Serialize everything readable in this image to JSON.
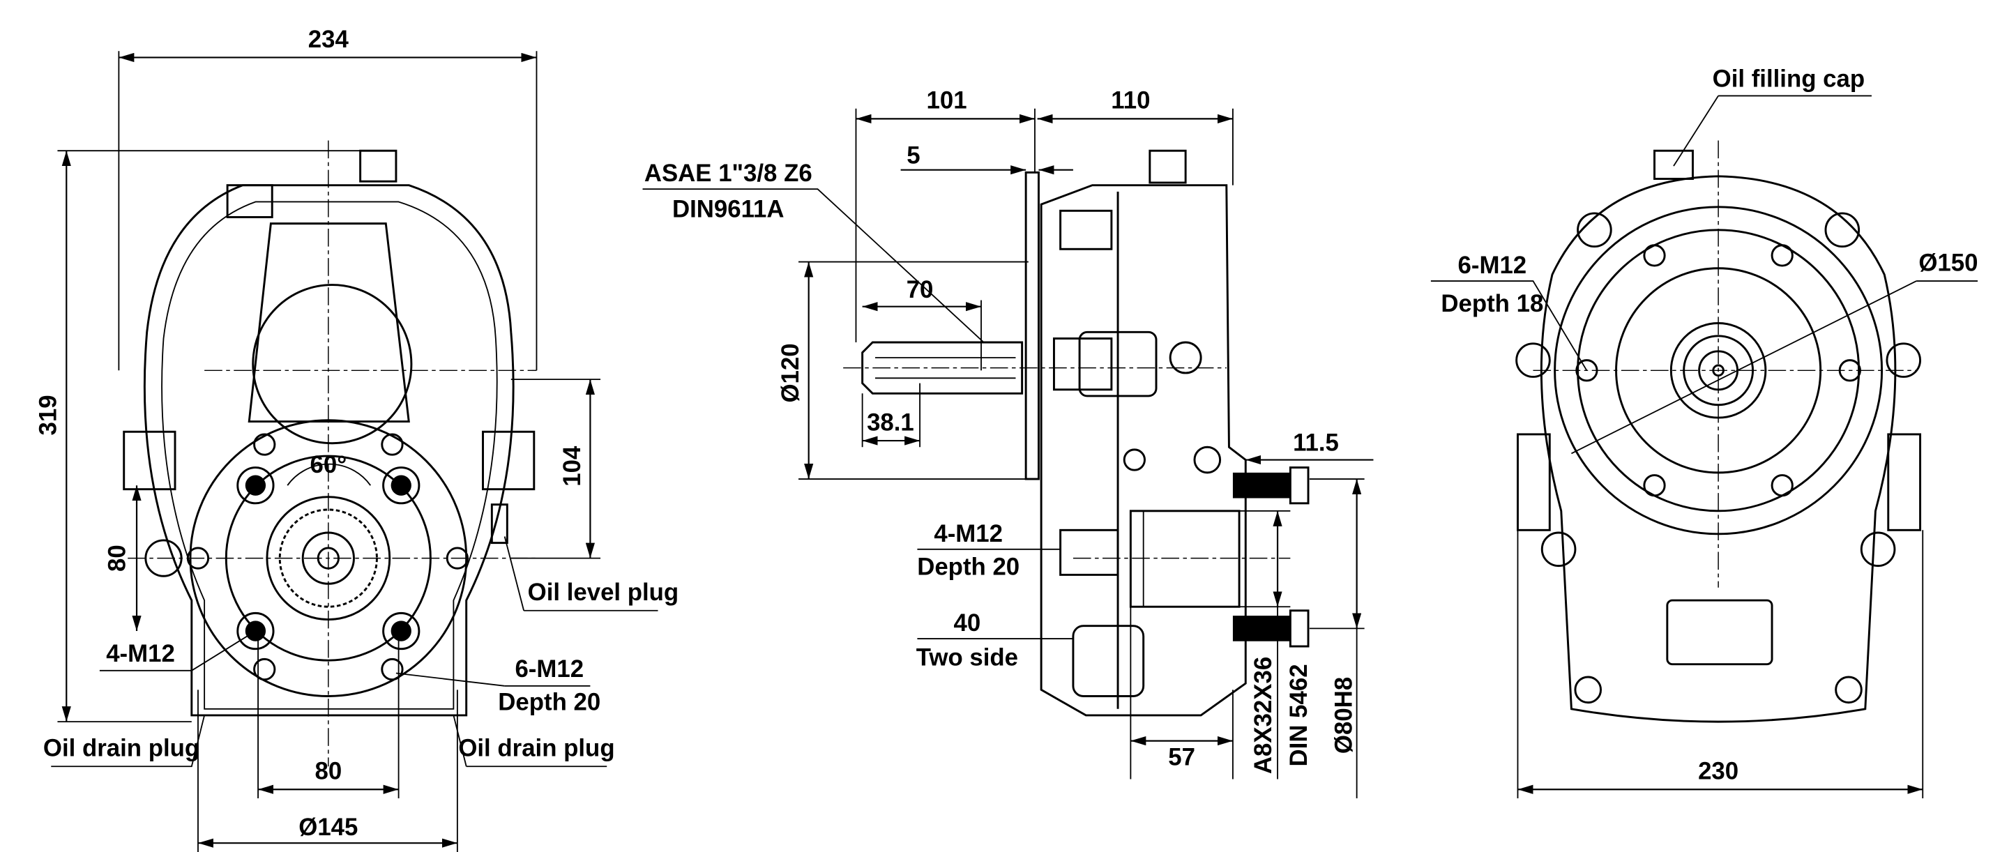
{
  "front_view": {
    "dim_width": "234",
    "dim_height": "319",
    "dim_angle": "60°",
    "dim_104": "104",
    "dim_80_vertical": "80",
    "oil_level_plug": "Oil level plug",
    "bolt_4_m12": "4-M12",
    "bolt_6_m12": "6-M12",
    "depth_20": "Depth 20",
    "oil_drain_plug_left": "Oil drain plug",
    "oil_drain_plug_right": "Oil drain plug",
    "dim_80_horizontal": "80",
    "dim_145": "Ø145"
  },
  "side_view": {
    "dim_101": "101",
    "dim_110": "110",
    "dim_5": "5",
    "shaft_spec_1": "ASAE 1\"3/8 Z6",
    "shaft_spec_2": "DIN9611A",
    "dim_70": "70",
    "dim_120": "Ø120",
    "dim_38": "38.1",
    "dim_11_5": "11.5",
    "bolt_4_m12": "4-M12",
    "depth_20": "Depth 20",
    "dim_40": "40",
    "two_side": "Two side",
    "dim_57": "57",
    "spline_spec": "A8X32X36",
    "spline_std": "DIN 5462",
    "dim_80h8": "Ø80H8"
  },
  "rear_view": {
    "oil_filling_cap": "Oil filling cap",
    "bolt_6_m12": "6-M12",
    "depth_18": "Depth 18",
    "dim_150": "Ø150",
    "dim_230": "230"
  }
}
